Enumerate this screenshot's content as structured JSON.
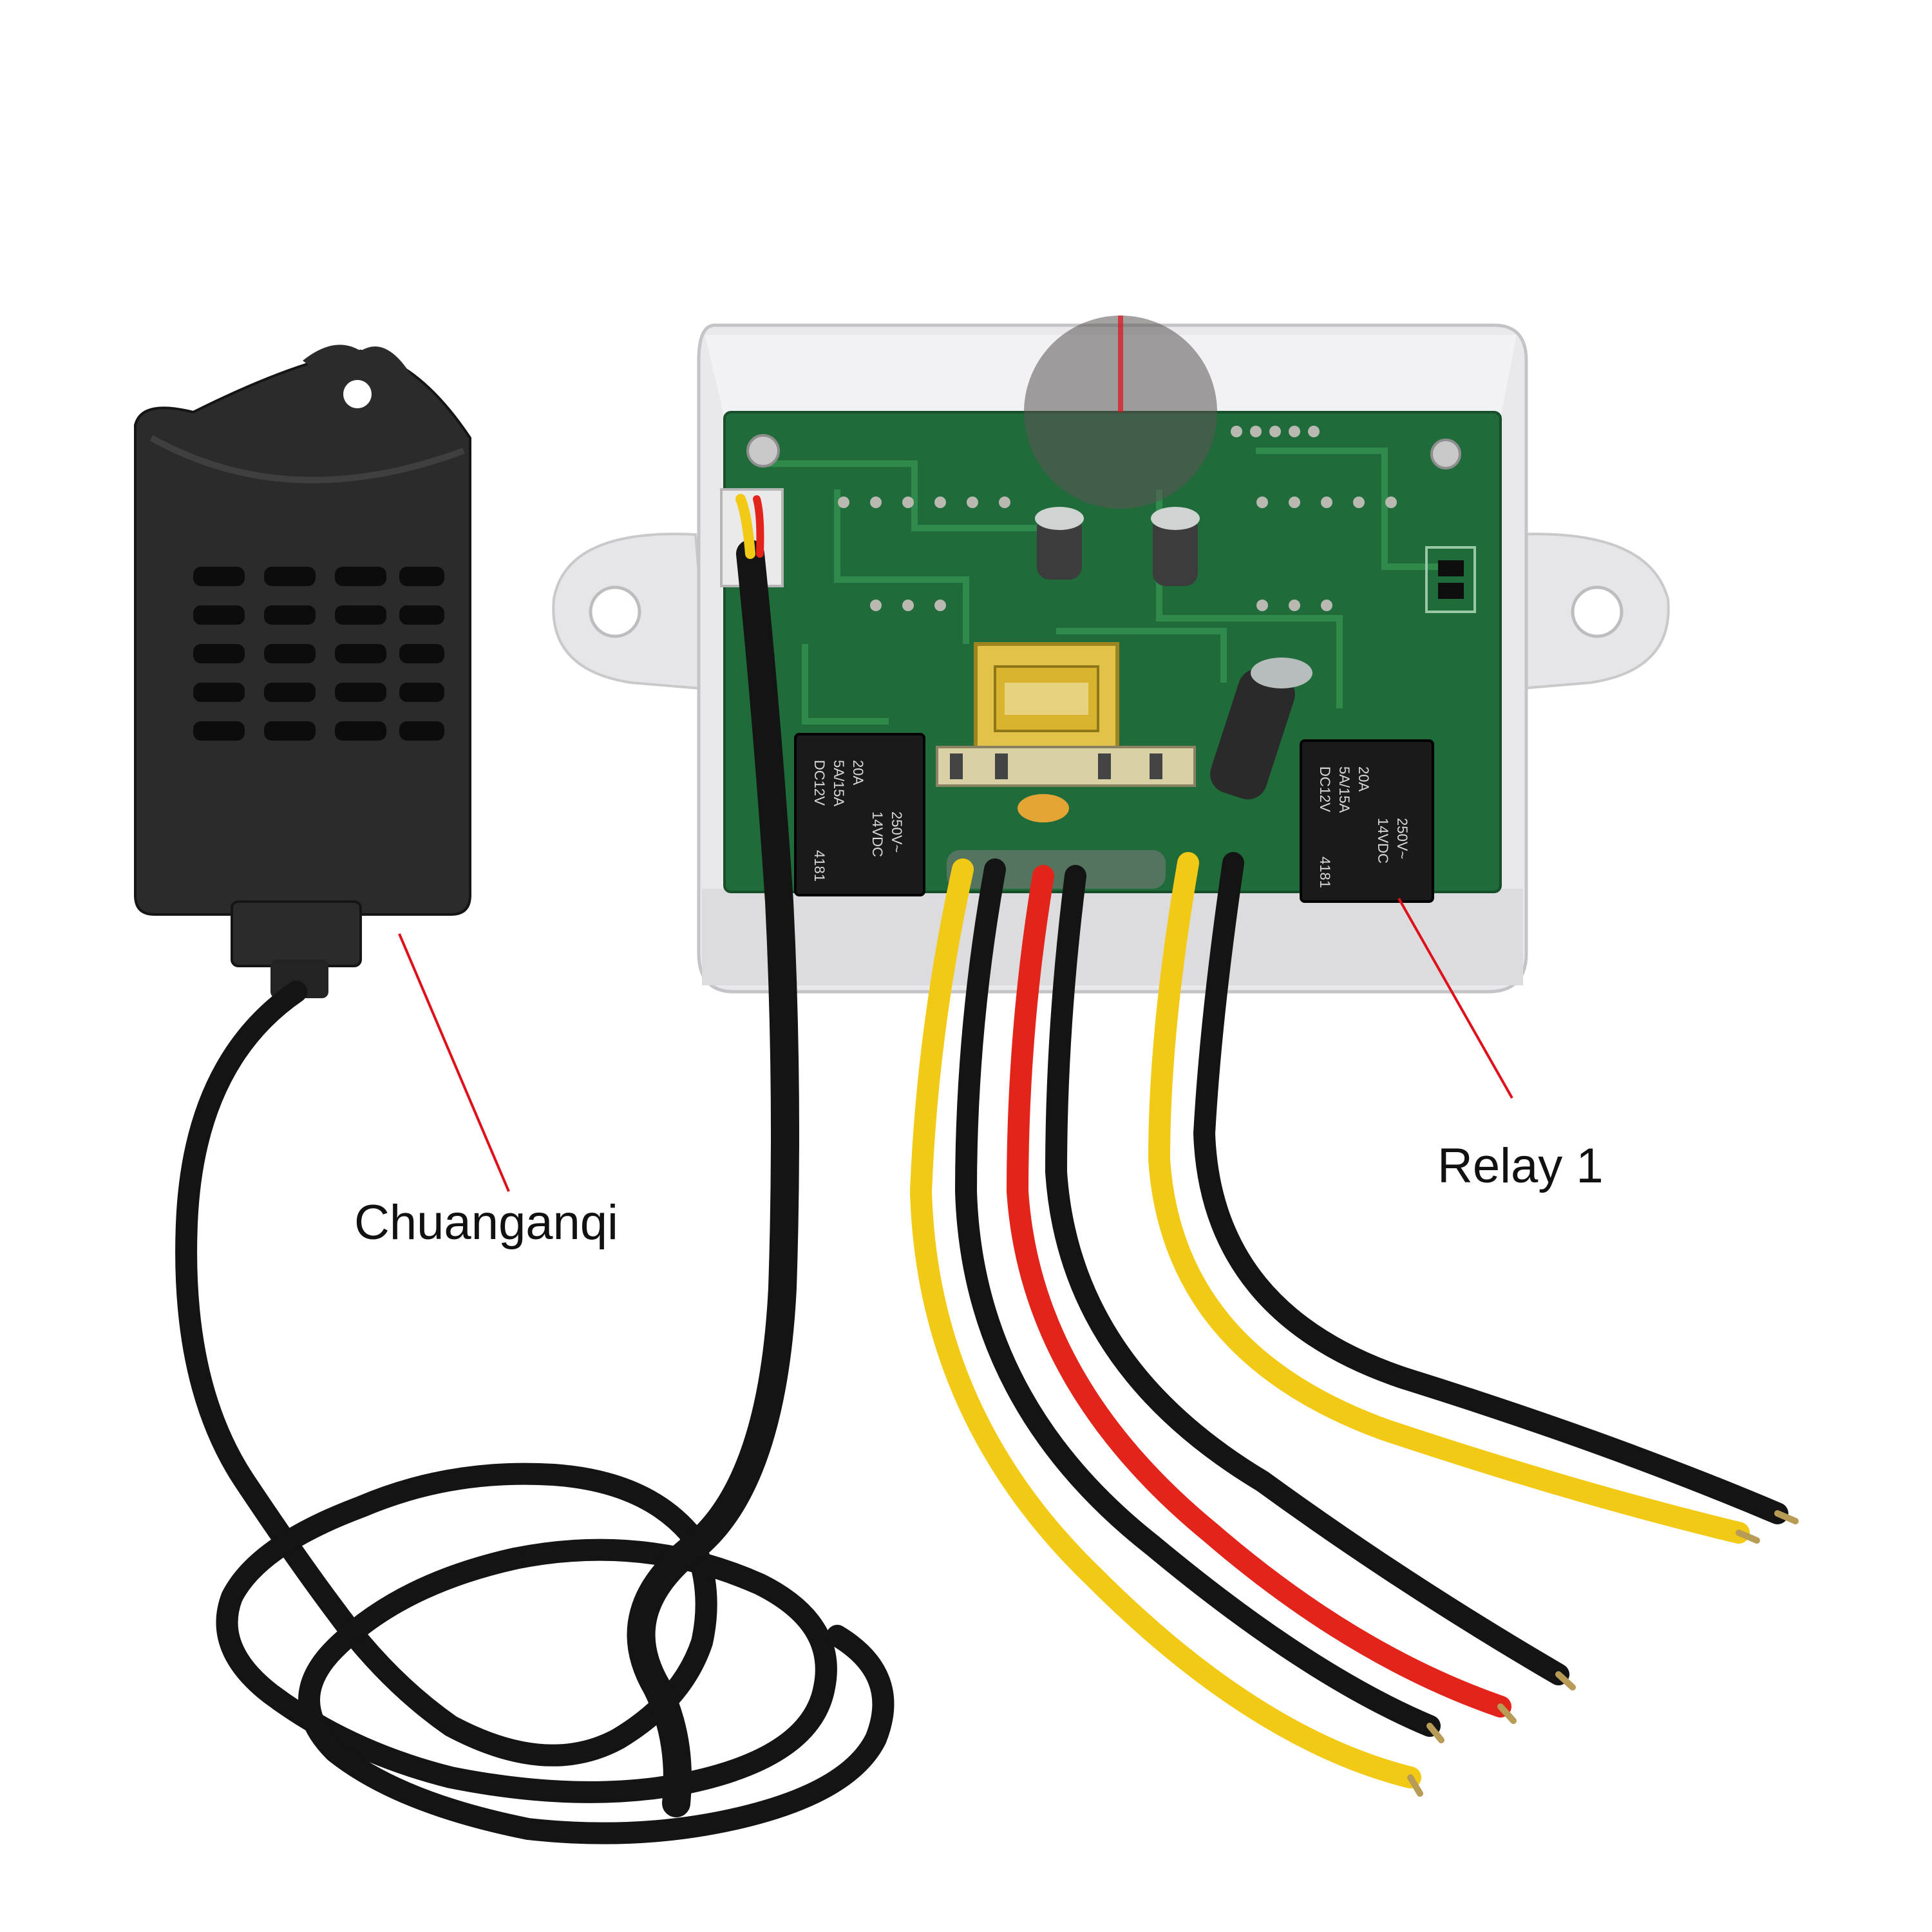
{
  "labels": {
    "sensor": "Chuanganqi",
    "relay": "Relay 1"
  },
  "relay_markings": {
    "line1": "20A",
    "line2": "5A/15A",
    "line3": "14VDC",
    "line4": "250V~",
    "line5": "DC12V",
    "line6": "4181"
  },
  "colors": {
    "callout_line": "#e0101a",
    "pcb": "#1f6b3a",
    "housing": "#e8e8ea",
    "wire_yellow": "#f2c914",
    "wire_red": "#e3241b",
    "wire_black": "#141414"
  }
}
